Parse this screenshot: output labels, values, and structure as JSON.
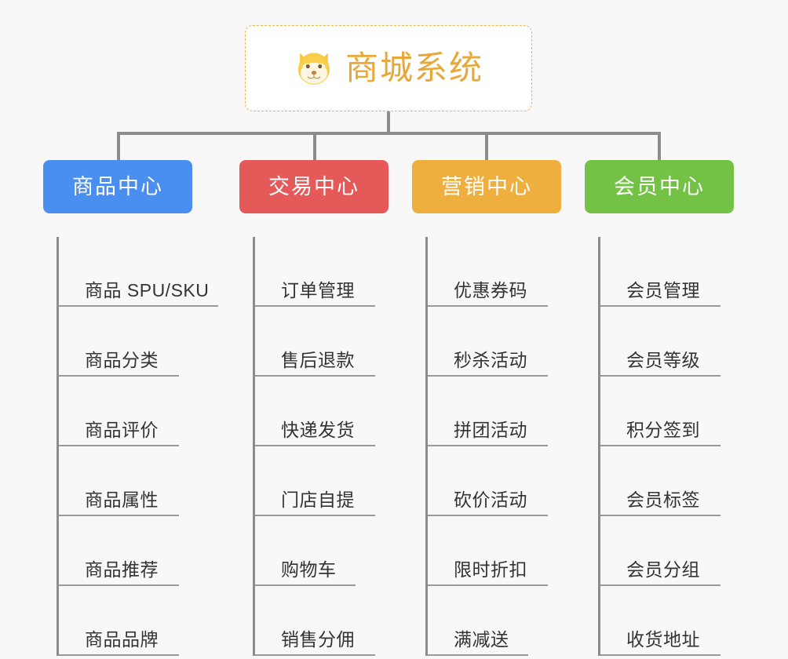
{
  "page": {
    "background_color": "#f8f8f8",
    "diagram_type": "mind-map"
  },
  "root": {
    "title": "商城系统",
    "icon": "dog-face-icon",
    "text_color": "#e8a838",
    "border_color": "#eeb44a",
    "background_color": "#ffffff"
  },
  "connector": {
    "color": "#8c8c8c"
  },
  "branches": [
    {
      "label": "商品中心",
      "color": "#4a8ef0",
      "items": [
        {
          "label": "商品 SPU/SKU",
          "line_width": 203
        },
        {
          "label": "商品分类",
          "line_width": 153
        },
        {
          "label": "商品评价",
          "line_width": 153
        },
        {
          "label": "商品属性",
          "line_width": 153
        },
        {
          "label": "商品推荐",
          "line_width": 153
        },
        {
          "label": "商品品牌",
          "line_width": 153
        }
      ]
    },
    {
      "label": "交易中心",
      "color": "#e55a58",
      "items": [
        {
          "label": "订单管理",
          "line_width": 153
        },
        {
          "label": "售后退款",
          "line_width": 153
        },
        {
          "label": "快递发货",
          "line_width": 153
        },
        {
          "label": "门店自提",
          "line_width": 153
        },
        {
          "label": "购物车",
          "line_width": 128
        },
        {
          "label": "销售分佣",
          "line_width": 153
        }
      ]
    },
    {
      "label": "营销中心",
      "color": "#eeaf3e",
      "items": [
        {
          "label": "优惠券码",
          "line_width": 153
        },
        {
          "label": "秒杀活动",
          "line_width": 153
        },
        {
          "label": "拼团活动",
          "line_width": 153
        },
        {
          "label": "砍价活动",
          "line_width": 153
        },
        {
          "label": "限时折扣",
          "line_width": 153
        },
        {
          "label": "满减送",
          "line_width": 128
        }
      ]
    },
    {
      "label": "会员中心",
      "color": "#74c245",
      "items": [
        {
          "label": "会员管理",
          "line_width": 153
        },
        {
          "label": "会员等级",
          "line_width": 153
        },
        {
          "label": "积分签到",
          "line_width": 153
        },
        {
          "label": "会员标签",
          "line_width": 153
        },
        {
          "label": "会员分组",
          "line_width": 153
        },
        {
          "label": "收货地址",
          "line_width": 153
        }
      ]
    }
  ]
}
